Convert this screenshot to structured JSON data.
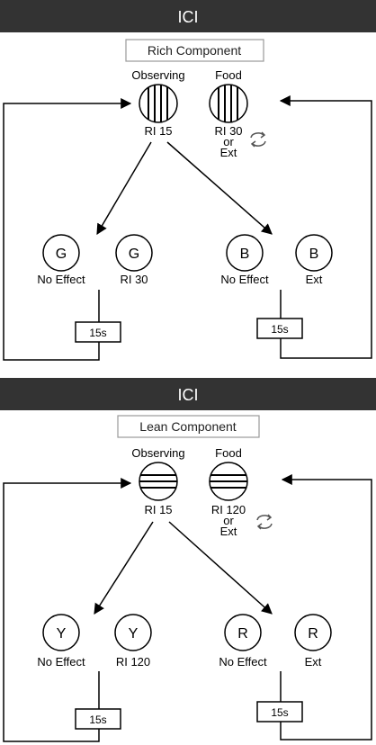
{
  "panels": [
    {
      "header": "ICI",
      "component": "Rich Component",
      "observing_label": "Observing",
      "food_label": "Food",
      "observing_schedule": "RI 15",
      "food_schedule": [
        "RI 30",
        "or",
        "Ext"
      ],
      "stripe_orientation": "vertical",
      "left_key": "G",
      "right_key": "B",
      "keys": [
        {
          "letter": "G",
          "label": "No Effect"
        },
        {
          "letter": "G",
          "label": "RI 30"
        },
        {
          "letter": "B",
          "label": "No Effect"
        },
        {
          "letter": "B",
          "label": "Ext"
        }
      ],
      "timers": [
        "15s",
        "15s"
      ]
    },
    {
      "header": "ICI",
      "component": "Lean Component",
      "observing_label": "Observing",
      "food_label": "Food",
      "observing_schedule": "RI 15",
      "food_schedule": [
        "RI 120",
        "or",
        "Ext"
      ],
      "stripe_orientation": "horizontal",
      "left_key": "Y",
      "right_key": "R",
      "keys": [
        {
          "letter": "Y",
          "label": "No Effect"
        },
        {
          "letter": "Y",
          "label": "RI 120"
        },
        {
          "letter": "R",
          "label": "No Effect"
        },
        {
          "letter": "R",
          "label": "Ext"
        }
      ],
      "timers": [
        "15s",
        "15s"
      ]
    }
  ],
  "colors": {
    "header_bg": "#333333",
    "header_text": "#ffffff",
    "component_border": "#999999",
    "line": "#000000"
  }
}
